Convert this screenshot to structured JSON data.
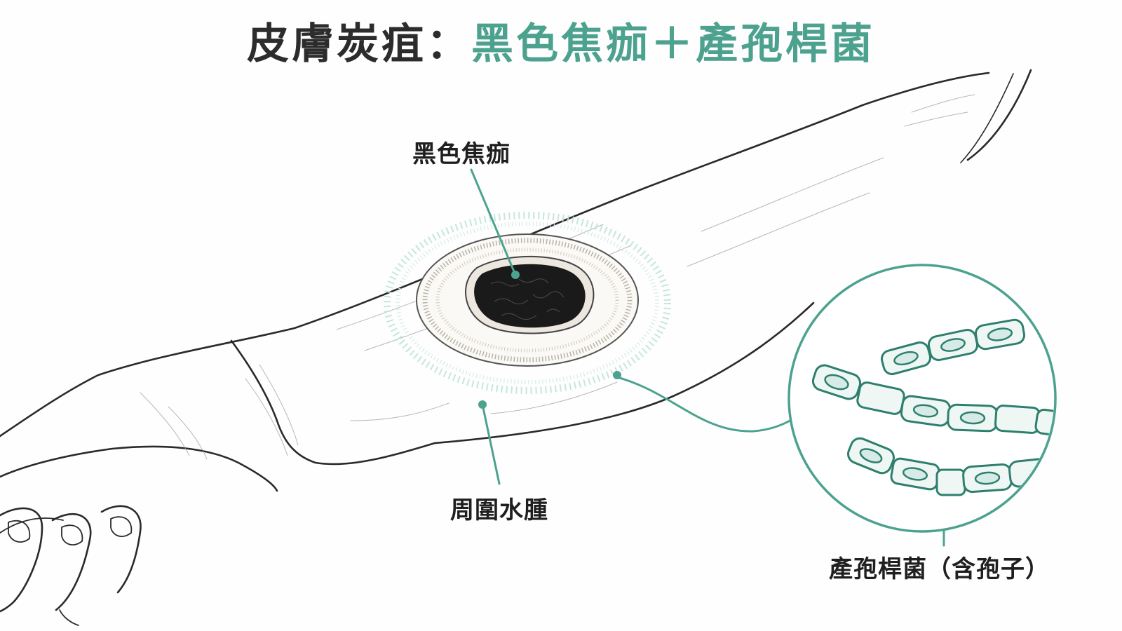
{
  "title": {
    "prefix": "皮膚炭疽：",
    "highlight": "黑色焦痂＋產孢桿菌"
  },
  "labels": {
    "eschar": "黑色焦痂",
    "edema": "周圍水腫",
    "bacilli": "產孢桿菌（含孢子）"
  },
  "colors": {
    "accent": "#4da28f",
    "ink": "#2c2c2c",
    "eschar": "#1a1a1a"
  }
}
